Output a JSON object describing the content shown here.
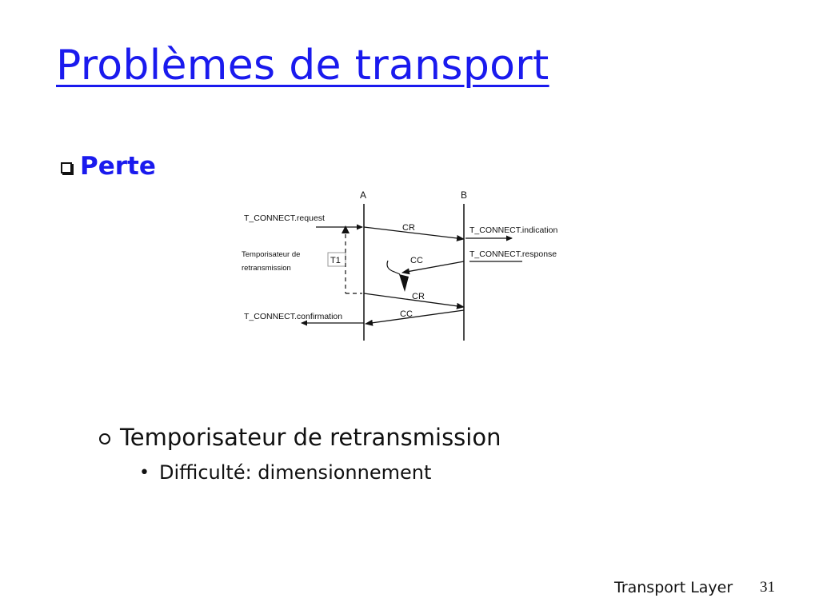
{
  "slide": {
    "title": "Problèmes de transport",
    "bullet_level1": "Perte",
    "bullet_level2": "Temporisateur de retransmission",
    "bullet_level3": "Difficulté: dimensionnement",
    "footer_text": "Transport Layer",
    "page_number": "31"
  },
  "diagram": {
    "entity_a": "A",
    "entity_b": "B",
    "label_connect_request": "T_CONNECT.request",
    "label_connect_indication": "T_CONNECT.indication",
    "label_connect_response": "T_CONNECT.response",
    "label_connect_confirmation": "T_CONNECT.confirmation",
    "label_timer_line1": "Temporisateur  de",
    "label_timer_line2": "retransmission",
    "label_timer": "T1",
    "msg_cr_1": "CR",
    "msg_cc_1": "CC",
    "msg_cr_2": "CR",
    "msg_cc_2": "CC"
  }
}
